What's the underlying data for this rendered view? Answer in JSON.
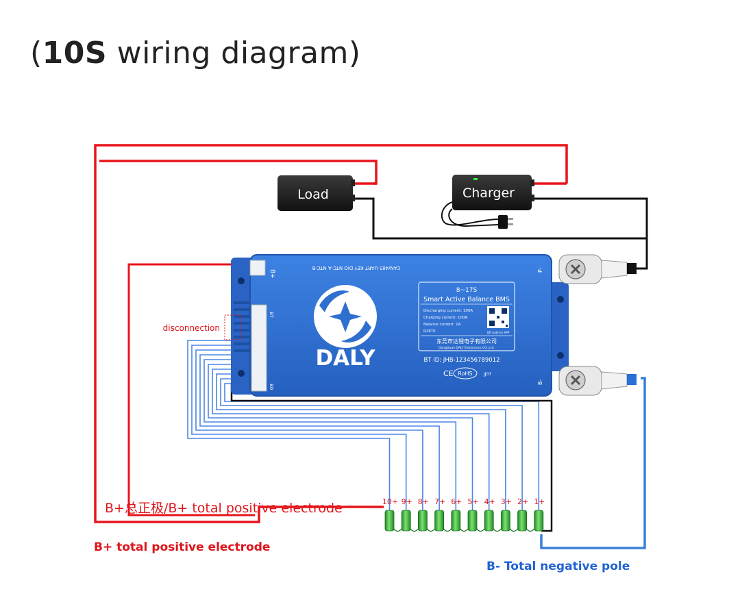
{
  "title": {
    "open_paren": "(",
    "bold": "10S",
    "rest": " wiring diagram",
    "close_paren": ")"
  },
  "load_label": "Load",
  "charger_label": "Charger",
  "bms": {
    "logo_text": "DALY",
    "top_port_labels": "CAN/485  UART  KEY  DIO  NTC-A  NTC-B",
    "port_bplus": "B+",
    "port_bt": "BT",
    "port_b0": "B0",
    "terminal_p": "P-",
    "terminal_b": "B-",
    "spec_model": "8~17S",
    "spec_title": "Smart Active Balance BMS",
    "spec_lines": [
      "Discharging current: 100A",
      "Charging current: 100A",
      "Balance current: 1A",
      "R26TK"
    ],
    "qr_caption": "QR code for APP",
    "company_cn": "东莞市达锂电子有限公司",
    "company_en": "DongGuan DALY Electronics CO.,Ltd.",
    "bt_id": "BT ID: JHB-123456789012",
    "cert_ce": "CE",
    "cert_rohs": "RoHS",
    "code": "JJ07"
  },
  "disconnection_label": "disconnection",
  "cell_labels": [
    "10+",
    "9+",
    "8+",
    "7+",
    "6+",
    "5+",
    "4+",
    "3+",
    "2+",
    "1+"
  ],
  "bplus_bilingual_label": "B+总正极/B+ total positive electrode",
  "bplus_label": "B+ total positive electrode",
  "bminus_label": "B- Total negative pole",
  "colors": {
    "positive_wire": "#e8141b",
    "negative_wire": "#111111",
    "sense_wire": "#4a86e8",
    "bminus_wire": "#3a7fd9",
    "bms_blue": "#2f6fd0",
    "cell_green": "#3cbf3c",
    "blue_label": "#1f63d3",
    "red_label": "#e0141b"
  }
}
